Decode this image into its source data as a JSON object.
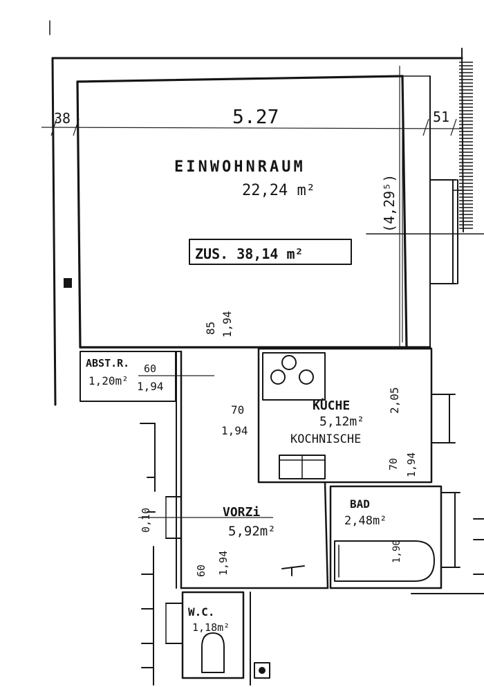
{
  "rooms": {
    "living": {
      "name": "EINWOHNRAUM",
      "area": "22,24 m²"
    },
    "total": {
      "label": "ZUS. 38,14 m²"
    },
    "storage": {
      "name": "ABST.R.",
      "area": "1,20m²",
      "height": "60",
      "width": "1,94"
    },
    "kitchen": {
      "name": "KÜCHE",
      "area": "5,12m²",
      "note": "KOCHNISCHE"
    },
    "hall": {
      "name": "VORZi",
      "area": "5,92m²"
    },
    "bath": {
      "name": "BAD",
      "area": "2,48m²"
    },
    "wc": {
      "name": "W.C.",
      "area": "1,18m²"
    }
  },
  "dimensions": {
    "top_left": "38",
    "top_main": "5.27",
    "top_right": "51",
    "living_depth": "(4,29⁵)",
    "door_living_a": "85",
    "door_living_b": "1,94",
    "door_kitchen_a": "70",
    "door_kitchen_b": "1,94",
    "kitchen_side": "2,05",
    "door_bath_a": "70",
    "door_bath_b": "1,94",
    "bath_side": "1,90",
    "hall_left": "0,10",
    "door_wc_a": "60",
    "door_wc_b": "1,94"
  }
}
